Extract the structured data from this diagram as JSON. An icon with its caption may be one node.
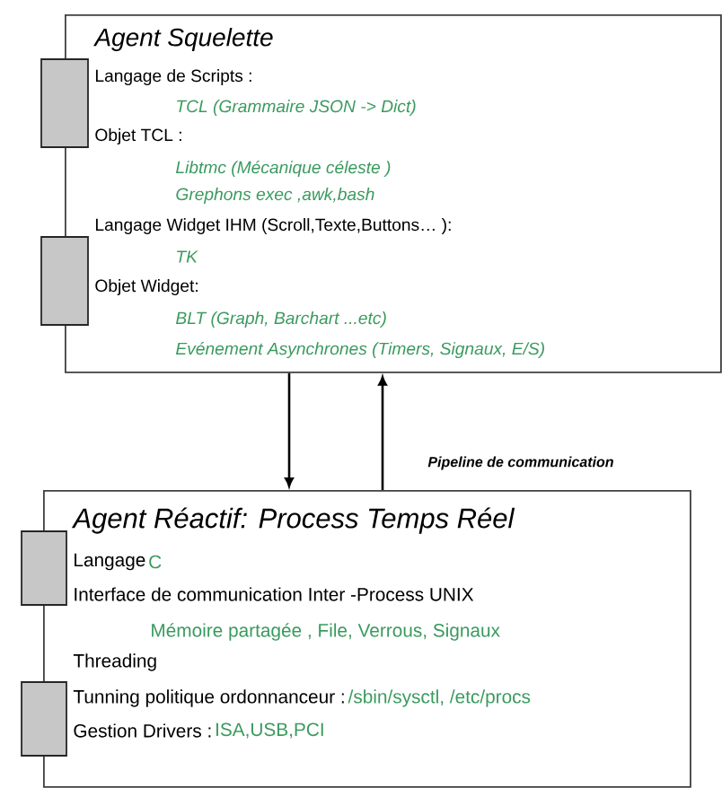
{
  "diagram": {
    "nodes": [
      {
        "text": [
          "Agent Squelette",
          "Langage de Scripts :",
          "TCL (Grammaire JSON -> Dict)",
          "Objet TCL :",
          "Libtmc (Mécanique céleste )",
          "Grephons exec ,awk,bash",
          "Langage Widget IHM (Scroll,Texte,Buttons… ):",
          "TK",
          "Objet Widget:",
          "BLT (Graph, Barchart ...etc)",
          "Evénement Asynchrones (Timers, Signaux, E/S)"
        ]
      },
      {
        "text": [
          "Agent Réactif: Process Temps Réel",
          "Langage",
          "C",
          "Interface de communication Inter -Process UNIX",
          "Mémoire partagée , File, Verrous, Signaux",
          "Threading",
          "Tunning politique ordonnanceur :",
          "/sbin/sysctl, /etc/procs",
          "Gestion Drivers :",
          "ISA,USB,PCI"
        ]
      }
    ],
    "edges": [
      {
        "from": 0,
        "to": 1,
        "arrow": "to"
      },
      {
        "from": 1,
        "to": 0,
        "arrow": "to",
        "label": "Pipeline de communication"
      }
    ]
  }
}
